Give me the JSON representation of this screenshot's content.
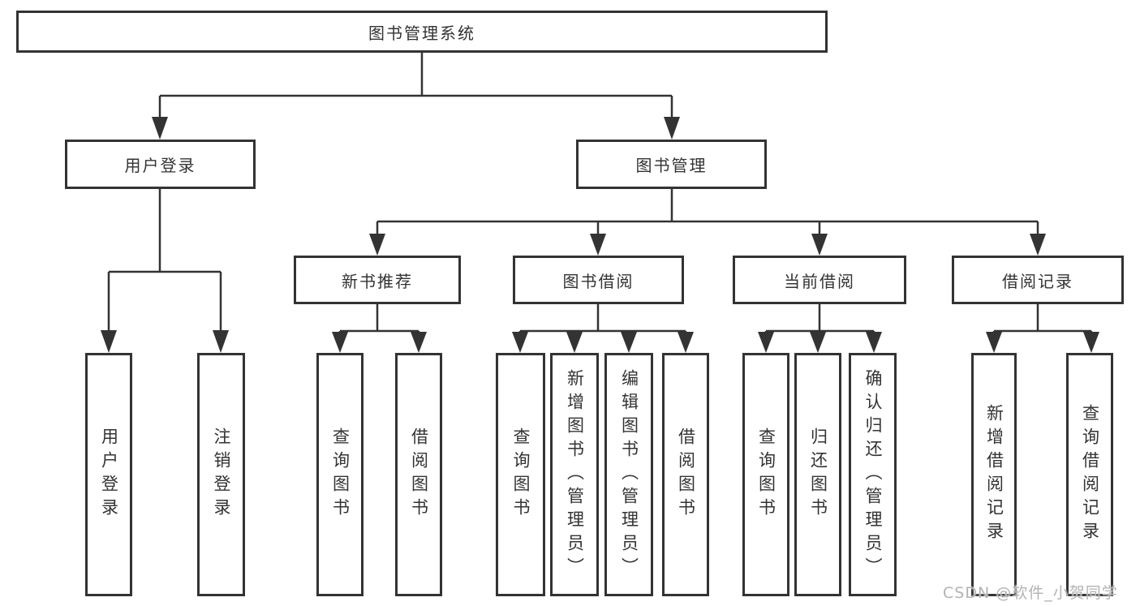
{
  "tree": {
    "label": "图书管理系统",
    "children": [
      {
        "label": "用户登录",
        "children": [
          {
            "label": "用户登录",
            "children": []
          },
          {
            "label": "注销登录",
            "children": []
          }
        ]
      },
      {
        "label": "图书管理",
        "children": [
          {
            "label": "新书推荐",
            "children": [
              {
                "label": "查询图书",
                "children": []
              },
              {
                "label": "借阅图书",
                "children": []
              }
            ]
          },
          {
            "label": "图书借阅",
            "children": [
              {
                "label": "查询图书",
                "children": []
              },
              {
                "label": "新增图书（管理员）",
                "children": []
              },
              {
                "label": "编辑图书（管理员）",
                "children": []
              },
              {
                "label": "借阅图书",
                "children": []
              }
            ]
          },
          {
            "label": "当前借阅",
            "children": [
              {
                "label": "查询图书",
                "children": []
              },
              {
                "label": "归还图书",
                "children": []
              },
              {
                "label": "确认归还（管理员）",
                "children": []
              }
            ]
          },
          {
            "label": "借阅记录",
            "children": [
              {
                "label": "新增借阅记录",
                "children": []
              },
              {
                "label": "查询借阅记录",
                "children": []
              }
            ]
          }
        ]
      }
    ]
  },
  "watermark": {
    "text": "CSDN @软件_小贺同学"
  },
  "colors": {
    "line": "#333333",
    "box_border": "#333333",
    "text": "#333333",
    "watermark": "#b3b3b3",
    "background": "#ffffff"
  }
}
